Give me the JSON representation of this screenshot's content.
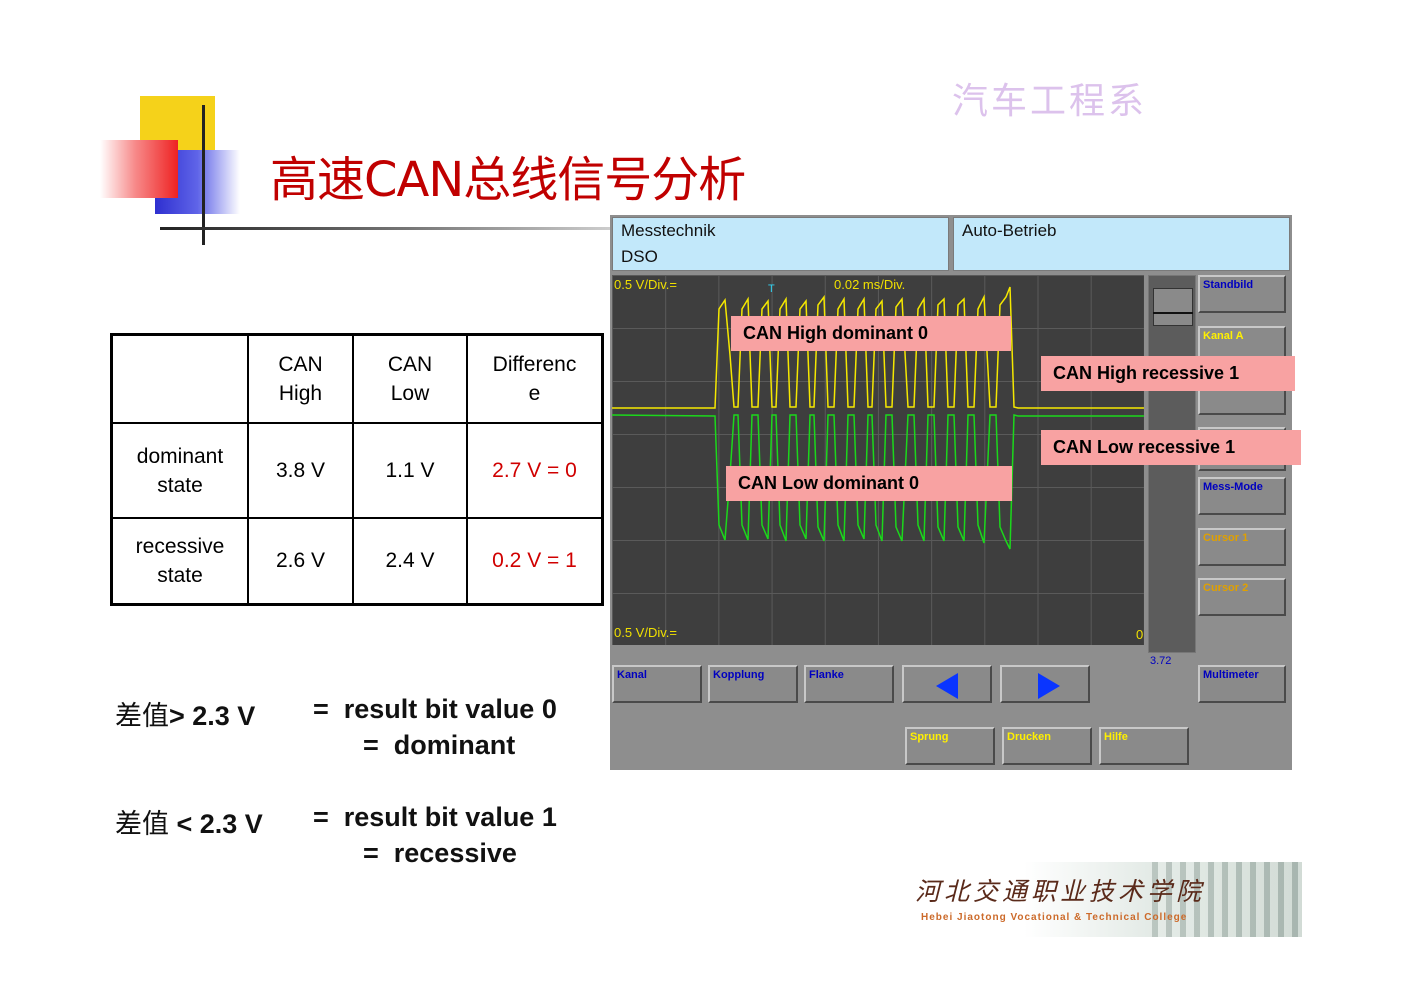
{
  "header": {
    "department": "汽车工程系",
    "title": "高速CAN总线信号分析"
  },
  "table": {
    "headers": [
      "",
      "CAN\nHigh",
      "CAN\nLow",
      "Differenc\ne"
    ],
    "rows": [
      {
        "state": "dominant\nstate",
        "high": "3.8 V",
        "low": "1.1 V",
        "diff": "2.7 V = 0"
      },
      {
        "state": "recessive\nstate",
        "high": "2.6 V",
        "low": "2.4 V",
        "diff": "0.2 V = 1"
      }
    ]
  },
  "notes": {
    "line1_cn": "差值",
    "line1_rest": "> 2.3 V",
    "line1_eq": "=  result bit value 0",
    "line1_eq2": "=  dominant",
    "line2_cn": "差值",
    "line2_rest": " < 2.3 V",
    "line2_eq": "=  result bit value 1",
    "line2_eq2": "=  recessive"
  },
  "dso": {
    "header_left_1": "Messtechnik",
    "header_left_2": "DSO",
    "header_right": "Auto-Betrieb",
    "top_scale": "0.5 V/Div.=",
    "time_scale": "0.02 ms/Div.",
    "bottom_scale": "0.5 V/Div.=",
    "zero_marker": "0",
    "trigger_marker": "T",
    "right_value": "3.72",
    "side_buttons": [
      "Standbild",
      "Kanal A",
      "",
      "",
      "Mess-Mode",
      "Cursor 1",
      "Cursor 2",
      "Multimeter"
    ],
    "bottom_buttons_row1": [
      "Kanal",
      "Kopplung",
      "Flanke"
    ],
    "bottom_buttons_row2": [
      "Sprung",
      "Drucken",
      "Hilfe"
    ],
    "colors": {
      "can_high": "#f5e800",
      "can_low": "#1bd81b",
      "screen": "#3e3e3e",
      "header": "#c2e8fa"
    }
  },
  "callouts": {
    "high_dominant": "CAN High dominant 0",
    "high_recessive": "CAN High recessive 1",
    "low_recessive": "CAN Low recessive 1",
    "low_dominant": "CAN Low dominant 0"
  },
  "logo": {
    "name_cn": "河北交通职业技术学院",
    "name_en": "Hebei Jiaotong Vocational & Technical College"
  }
}
